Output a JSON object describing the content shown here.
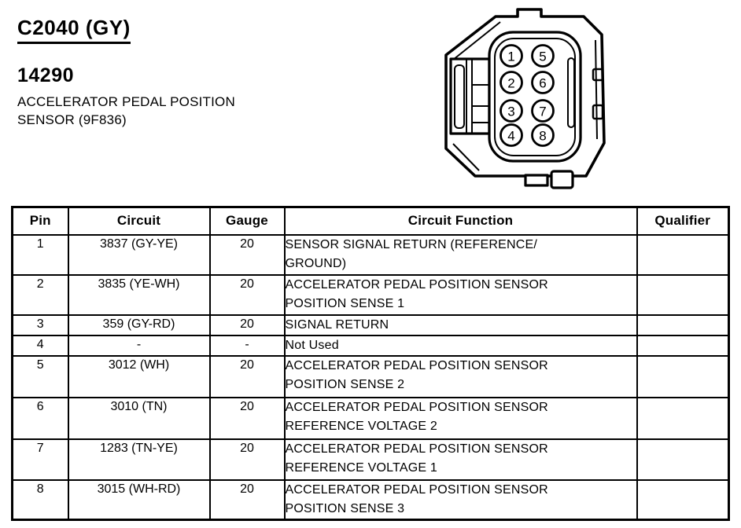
{
  "header": {
    "connector_id": "C2040 (GY)",
    "part_number": "14290",
    "component_name": "ACCELERATOR PEDAL POSITION\nSENSOR (9F836)"
  },
  "connector_diagram": {
    "pin_labels": [
      "1",
      "2",
      "3",
      "4",
      "5",
      "6",
      "7",
      "8"
    ]
  },
  "pinout_table": {
    "headers": [
      "Pin",
      "Circuit",
      "Gauge",
      "Circuit Function",
      "Qualifier"
    ],
    "rows": [
      {
        "pin": "1",
        "circuit": "3837 (GY-YE)",
        "gauge": "20",
        "circuit_function": "SENSOR SIGNAL RETURN (REFERENCE/\nGROUND)",
        "qualifier": ""
      },
      {
        "pin": "2",
        "circuit": "3835 (YE-WH)",
        "gauge": "20",
        "circuit_function": "ACCELERATOR PEDAL POSITION SENSOR\nPOSITION SENSE 1",
        "qualifier": ""
      },
      {
        "pin": "3",
        "circuit": "359 (GY-RD)",
        "gauge": "20",
        "circuit_function": "SIGNAL RETURN",
        "qualifier": ""
      },
      {
        "pin": "4",
        "circuit": "-",
        "gauge": "-",
        "circuit_function": "Not Used",
        "qualifier": ""
      },
      {
        "pin": "5",
        "circuit": "3012 (WH)",
        "gauge": "20",
        "circuit_function": "ACCELERATOR PEDAL POSITION SENSOR\nPOSITION SENSE 2",
        "qualifier": ""
      },
      {
        "pin": "6",
        "circuit": "3010 (TN)",
        "gauge": "20",
        "circuit_function": "ACCELERATOR PEDAL POSITION SENSOR\nREFERENCE VOLTAGE 2",
        "qualifier": ""
      },
      {
        "pin": "7",
        "circuit": "1283 (TN-YE)",
        "gauge": "20",
        "circuit_function": "ACCELERATOR PEDAL POSITION SENSOR\nREFERENCE VOLTAGE 1",
        "qualifier": ""
      },
      {
        "pin": "8",
        "circuit": "3015 (WH-RD)",
        "gauge": "20",
        "circuit_function": "ACCELERATOR PEDAL POSITION SENSOR\nPOSITION SENSE 3",
        "qualifier": ""
      }
    ]
  }
}
